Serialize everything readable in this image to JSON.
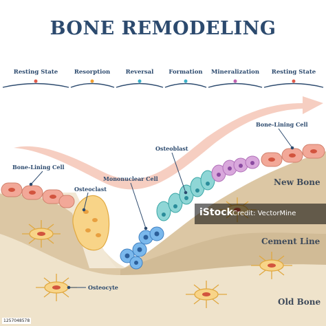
{
  "title": "BONE REMODELING",
  "stages": [
    {
      "label": "Resting State",
      "dot_color": "#e05a4a"
    },
    {
      "label": "Resorption",
      "dot_color": "#f0a030"
    },
    {
      "label": "Reversal",
      "dot_color": "#3ab0c8"
    },
    {
      "label": "Formation",
      "dot_color": "#3ab0c8"
    },
    {
      "label": "Mineralization",
      "dot_color": "#c060b0"
    },
    {
      "label": "Resting State",
      "dot_color": "#e05a4a"
    }
  ],
  "labels": {
    "bone_lining_left": "Bone-Lining Cell",
    "bone_lining_right": "Bone-Lining Cell",
    "osteoclast": "Osteoclast",
    "mononuclear": "Mononuclear Cell",
    "osteoblast": "Osteoblast",
    "osteocyte": "Osteocyte"
  },
  "layers": {
    "new_bone": "New Bone",
    "cement_line": "Cement Line",
    "old_bone": "Old Bone"
  },
  "watermark": {
    "brand": "iStock",
    "credit": "Credit: VectorMine"
  },
  "stock_id": "1257048578",
  "colors": {
    "title": "#2c4a6e",
    "arrow": "#f4c6b6",
    "new_bone": "#dcc7a4",
    "old_bone": "#efe4cf",
    "lining_cell": "#f2a898",
    "osteoclast": "#f8d488",
    "mononuclear": "#7ab8ec",
    "osteoblast": "#8fd6d6",
    "mineralizing": "#d9a8dc"
  }
}
